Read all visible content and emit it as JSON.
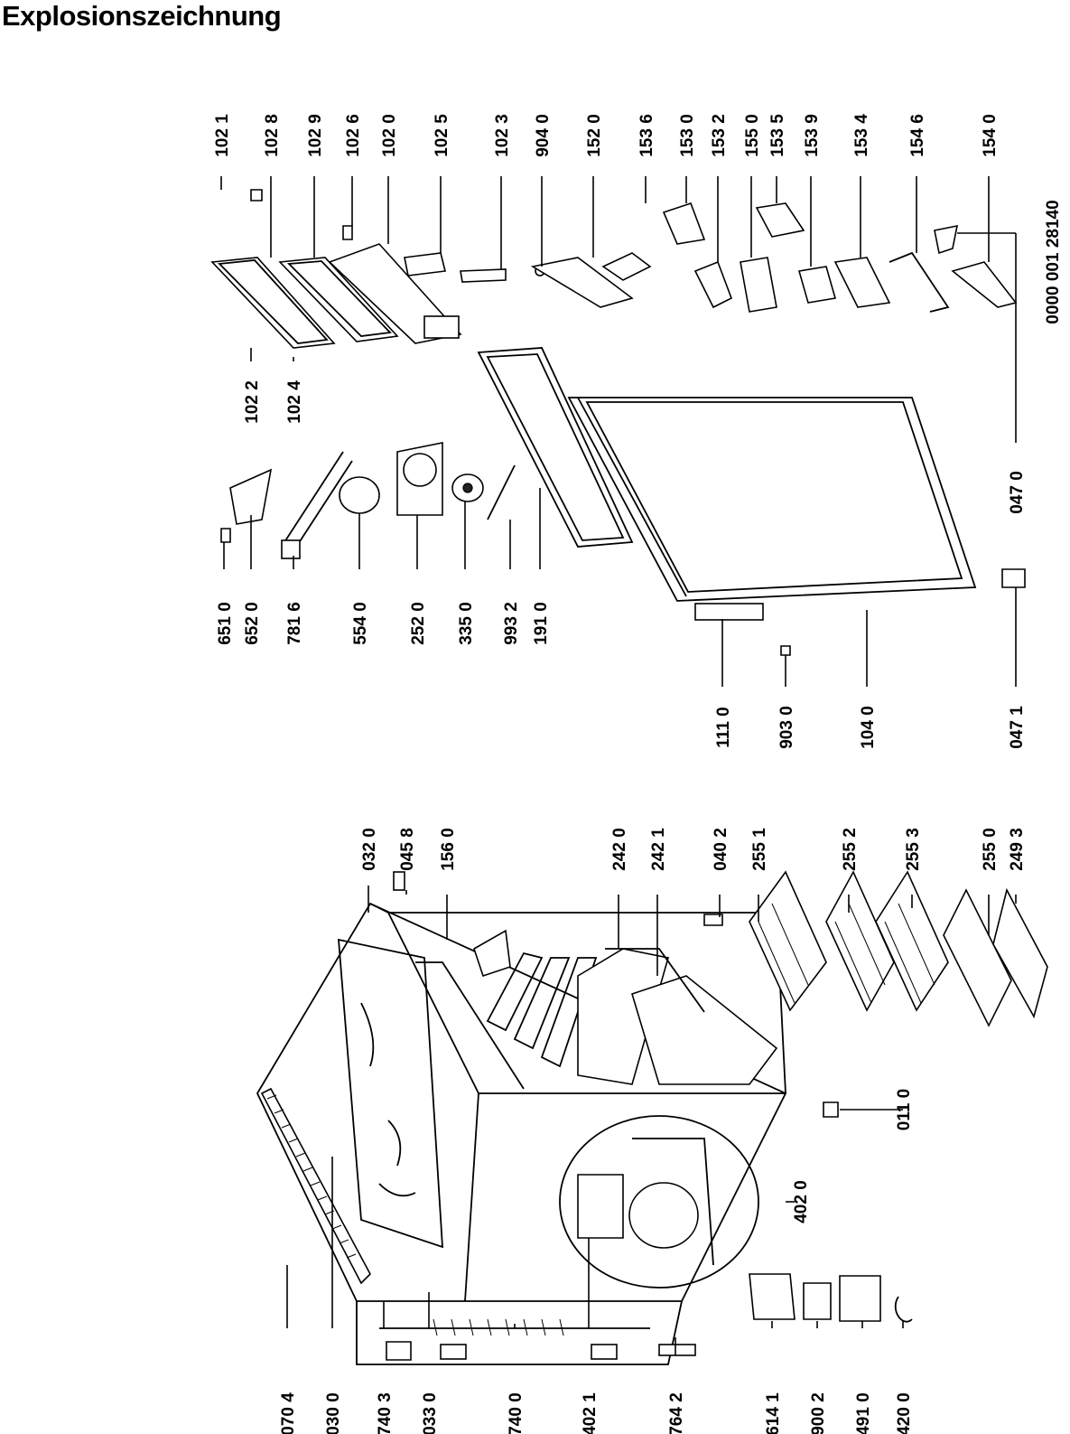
{
  "title": "Explosionszeichnung",
  "document_number": "0000 001 28140",
  "labels": {
    "l0704": "070 4",
    "l0300": "030 0",
    "l7403": "740 3",
    "l0330": "033 0",
    "l7400": "740 0",
    "l4021": "402 1",
    "l7642": "764 2",
    "l6141": "614 1",
    "l9002": "900 2",
    "l4910": "491 0",
    "l4200": "420 0",
    "l4020": "402 0",
    "l0110": "011 0",
    "l0320": "032 0",
    "l0458": "045 8",
    "l1560": "156 0",
    "l2420": "242 0",
    "l2421": "242 1",
    "l0402": "040 2",
    "l2551": "255 1",
    "l2552": "255 2",
    "l2553": "255 3",
    "l2550": "255 0",
    "l2493": "249 3",
    "l6510": "651 0",
    "l6520": "652 0",
    "l7816": "781 6",
    "l5540": "554 0",
    "l2520": "252 0",
    "l3350": "335 0",
    "l9932": "993 2",
    "l1910": "191 0",
    "l1110": "111 0",
    "l9030": "903 0",
    "l1040": "104 0",
    "l0471": "047 1",
    "l0470": "047 0",
    "l1022": "102 2",
    "l1024": "102 4",
    "l1021": "102 1",
    "l1028": "102 8",
    "l1029": "102 9",
    "l1026": "102 6",
    "l1020": "102 0",
    "l1025": "102 5",
    "l1023": "102 3",
    "l9040": "904 0",
    "l1520": "152 0",
    "l1536": "153 6",
    "l1530": "153 0",
    "l1532": "153 2",
    "l1550": "155 0",
    "l1535": "153 5",
    "l1539": "153 9",
    "l1534": "153 4",
    "l1546": "154 6",
    "l1540": "154 0"
  }
}
